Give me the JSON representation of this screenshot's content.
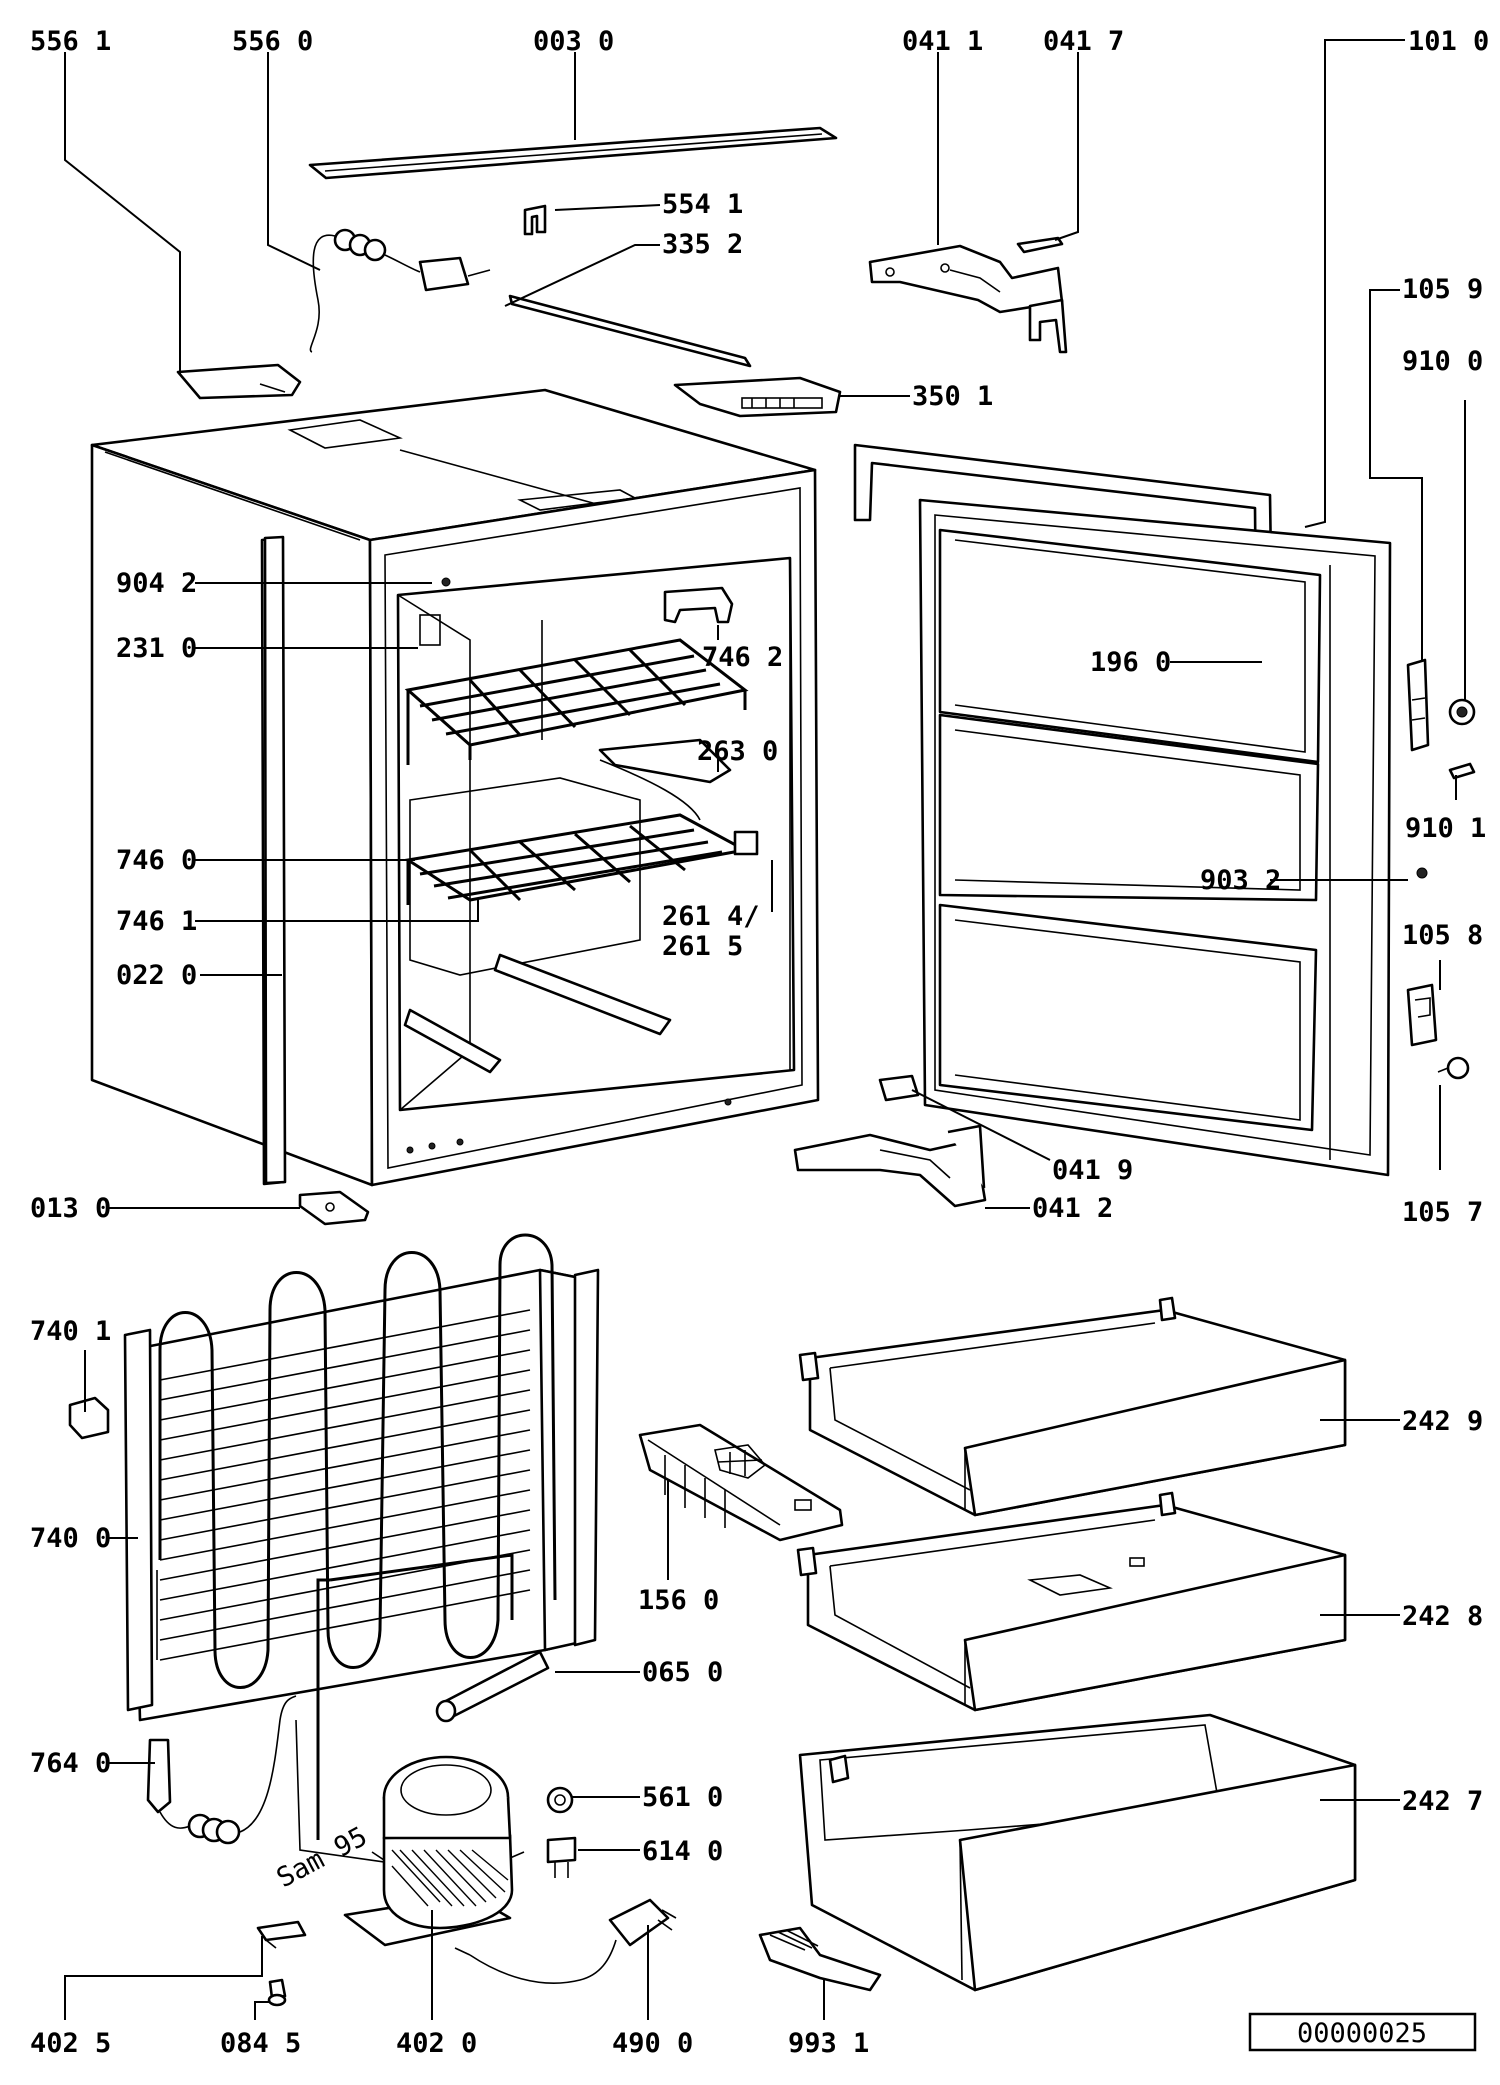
{
  "document_id": "00000025",
  "callouts": {
    "p5561": "556 1",
    "p5560": "556 0",
    "p0030": "003 0",
    "p0411": "041 1",
    "p0417": "041 7",
    "p1010": "101 0",
    "p5541": "554 1",
    "p3352": "335 2",
    "p1059": "105 9",
    "p9100": "910 0",
    "p3501": "350 1",
    "p9042": "904 2",
    "p2310": "231 0",
    "p7462": "746 2",
    "p1960": "196 0",
    "p2630": "263 0",
    "p9101": "910 1",
    "p7460": "746 0",
    "p9032": "903 2",
    "p7461": "746 1",
    "p2614": "261 4/",
    "p2615": "261 5",
    "p1058": "105 8",
    "p0220": "022 0",
    "p0419": "041 9",
    "p0130": "013 0",
    "p0412": "041 2",
    "p1057": "105 7",
    "p7401": "740 1",
    "p2429": "242 9",
    "p7400": "740 0",
    "p1560": "156 0",
    "p2428": "242 8",
    "p0650": "065 0",
    "p7640": "764 0",
    "p5610": "561 0",
    "p6140": "614 0",
    "p2427": "242 7",
    "p4025": "402 5",
    "p0845": "084 5",
    "p4020": "402 0",
    "p4900": "490 0",
    "p9931": "993 1"
  },
  "handwritten_note": "Sam 95"
}
